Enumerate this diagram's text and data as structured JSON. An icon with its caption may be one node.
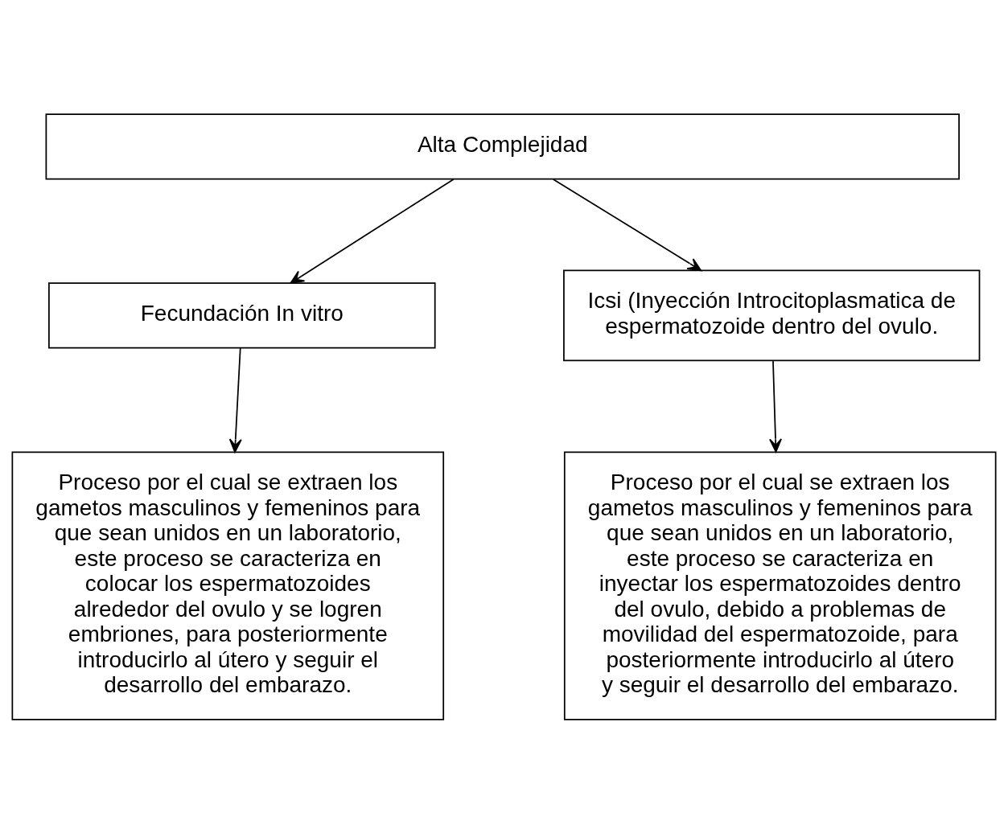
{
  "diagram": {
    "nodes": [
      {
        "text": [
          "Alta Complejidad"
        ]
      },
      {
        "text": [
          "Fecundación In vitro"
        ]
      },
      {
        "text": [
          "Icsi (Inyección Introcitoplasmatica de espermatozoide dentro del ovulo."
        ]
      },
      {
        "text": [
          "Proceso por el cual se extraen los gametos masculinos y femeninos para que sean unidos en un laboratorio, este proceso se caracteriza en colocar los espermatozoides alrededor del ovulo y se logren embriones, para posteriormente introducirlo al útero y seguir el desarrollo del embarazo."
        ]
      },
      {
        "text": [
          "Proceso por el cual se extraen los gametos masculinos y femeninos para que sean unidos en un laboratorio, este proceso se caracteriza en inyectar los espermatozoides dentro del ovulo, debido a problemas de movilidad del espermatozoide, para posteriormente introducirlo al útero y seguir el desarrollo del embarazo."
        ]
      }
    ],
    "edges": [
      {
        "from": 0,
        "to": 1,
        "arrow": "to"
      },
      {
        "from": 0,
        "to": 2,
        "arrow": "to"
      },
      {
        "from": 1,
        "to": 3,
        "arrow": "to"
      },
      {
        "from": 2,
        "to": 4,
        "arrow": "to"
      }
    ]
  }
}
